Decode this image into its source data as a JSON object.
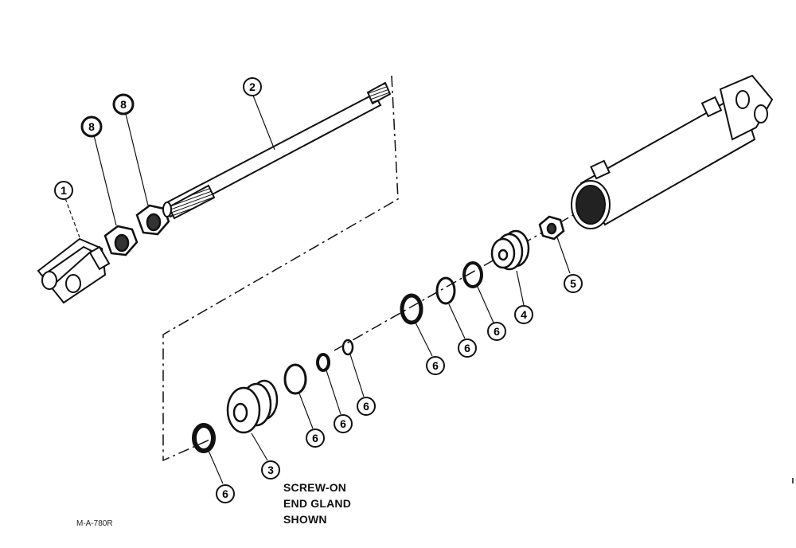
{
  "diagram": {
    "callouts": [
      "1",
      "2",
      "8",
      "8",
      "3",
      "4",
      "5",
      "6",
      "6",
      "6",
      "6",
      "6",
      "6",
      "6",
      "6"
    ],
    "note_lines": [
      "SCREW-ON",
      "END GLAND",
      "SHOWN"
    ],
    "drawing_number": "M-A-780R"
  }
}
